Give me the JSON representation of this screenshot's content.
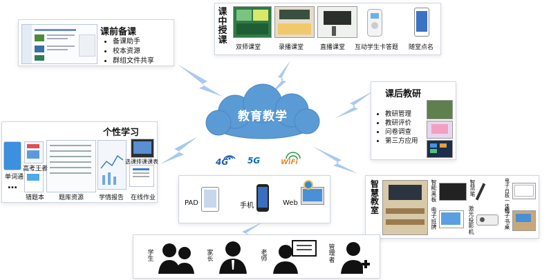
{
  "center": {
    "title": "教育教学"
  },
  "pre_class": {
    "title": "课前备课",
    "items": [
      "备课助手",
      "校本资源",
      "群组文件共享"
    ]
  },
  "in_class": {
    "title_chars": [
      "课",
      "中",
      "授",
      "课"
    ],
    "items": [
      "双师课堂",
      "录播课堂",
      "直播课堂",
      "互动学生卡答题",
      "随堂点名"
    ]
  },
  "after_class": {
    "title": "课后教研",
    "items": [
      "教研管理",
      "教研评价",
      "问卷调查",
      "第三方应用"
    ]
  },
  "personal": {
    "title": "个性学习",
    "labels": [
      "单词通",
      "高考王者",
      "错题本",
      "题库资源",
      "学情报告",
      "选课排课课表",
      "在线作业"
    ],
    "ellipsis": "…"
  },
  "network": {
    "items": [
      "4G",
      "5G",
      "WiFi"
    ]
  },
  "devices": {
    "items": [
      "PAD",
      "手机",
      "Web"
    ]
  },
  "smart_classroom": {
    "title_chars": [
      "智",
      "慧",
      "教",
      "室"
    ],
    "items": [
      {
        "chars": [
          "智",
          "能",
          "黑",
          "板"
        ]
      },
      {
        "chars": [
          "智",
          "慧",
          "笔"
        ]
      },
      {
        "chars": [
          "电",
          "子",
          "白",
          "板",
          "一",
          "体",
          "机"
        ]
      },
      {
        "chars": [
          "电",
          "子",
          "班",
          "牌"
        ]
      },
      {
        "chars": [
          "激",
          "光",
          "投",
          "影",
          "机"
        ]
      },
      {
        "chars": [
          "电",
          "子",
          "书",
          "桌"
        ]
      }
    ]
  },
  "users": {
    "items": [
      {
        "chars": [
          "学",
          "生"
        ]
      },
      {
        "chars": [
          "家",
          "长"
        ]
      },
      {
        "chars": [
          "老",
          "师"
        ]
      },
      {
        "chars": [
          "管",
          "理",
          "者"
        ]
      }
    ]
  },
  "colors": {
    "cloud": "#5b9bd5",
    "bolt": "#8fb8e6",
    "g4": "#1f5faa",
    "g5": "#0d6fb8",
    "wifi": "#f08a24"
  }
}
